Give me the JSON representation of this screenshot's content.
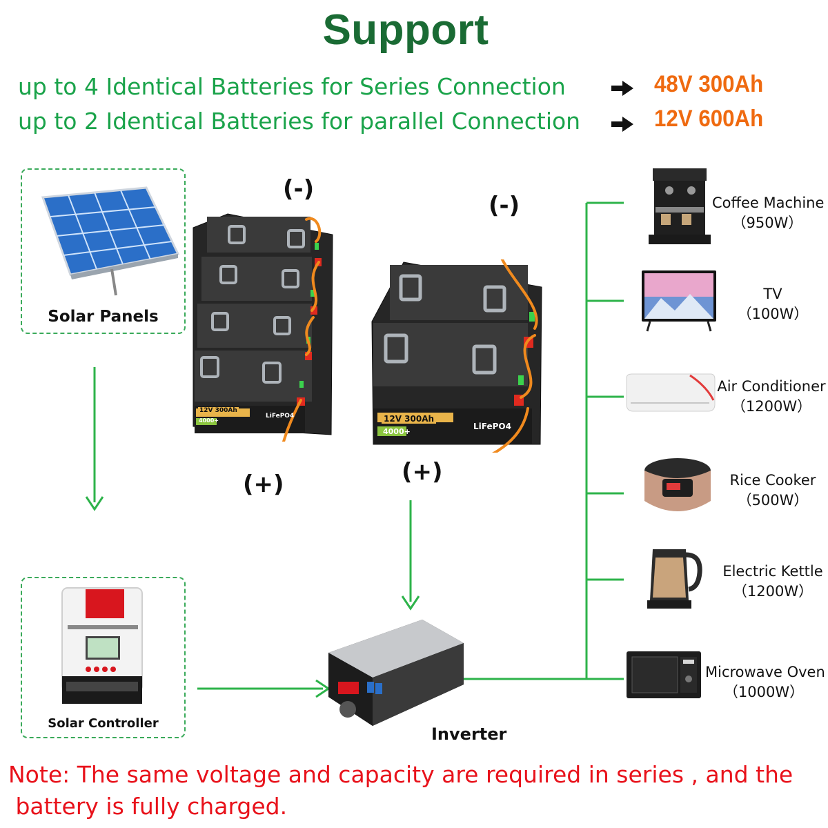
{
  "title": "Support",
  "support": {
    "series_text": "up to 4 Identical Batteries for Series Connection",
    "series_result": "48V 300Ah",
    "parallel_text": "up to 2 Identical Batteries for parallel Connection",
    "parallel_result": "12V 600Ah"
  },
  "components": {
    "solar_panels": "Solar Panels",
    "solar_controller": "Solar Controller",
    "inverter": "Inverter"
  },
  "polarity": {
    "neg": "(-)",
    "pos": "(+)"
  },
  "battery_label": {
    "voltage_capacity": "12V 300Ah",
    "chemistry": "LiFePO4",
    "cycles": "4000+"
  },
  "appliances": [
    {
      "name": "Coffee Machine",
      "power": "（950W）"
    },
    {
      "name": "TV",
      "power": "（100W）"
    },
    {
      "name": "Air Conditioner",
      "power": "（1200W）"
    },
    {
      "name": "Rice Cooker",
      "power": "（500W）"
    },
    {
      "name": "Electric Kettle",
      "power": "（1200W）"
    },
    {
      "name": "Microwave Oven",
      "power": "（1000W）"
    }
  ],
  "note": {
    "line1": "Note: The same voltage and capacity are required in series , and the",
    "line2": " battery is fully charged."
  },
  "colors": {
    "title_green": "#1a6b34",
    "text_green": "#1aa34a",
    "accent_orange": "#ef6a10",
    "note_red": "#e8121b",
    "line_green": "#2db34a"
  }
}
